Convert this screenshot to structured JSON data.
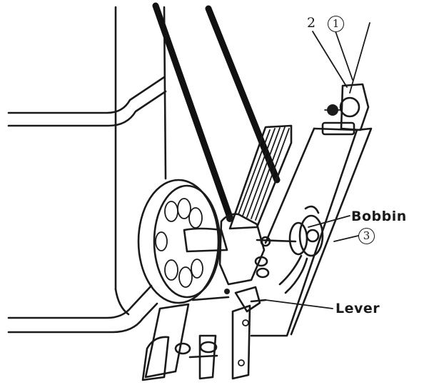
{
  "labels": {
    "bobbin": "Bobbin",
    "lever": "Lever"
  },
  "callouts": {
    "one": "1",
    "two": "2",
    "three": "3"
  },
  "colors": {
    "ink": "#1a1a1a",
    "paper": "#ffffff"
  }
}
